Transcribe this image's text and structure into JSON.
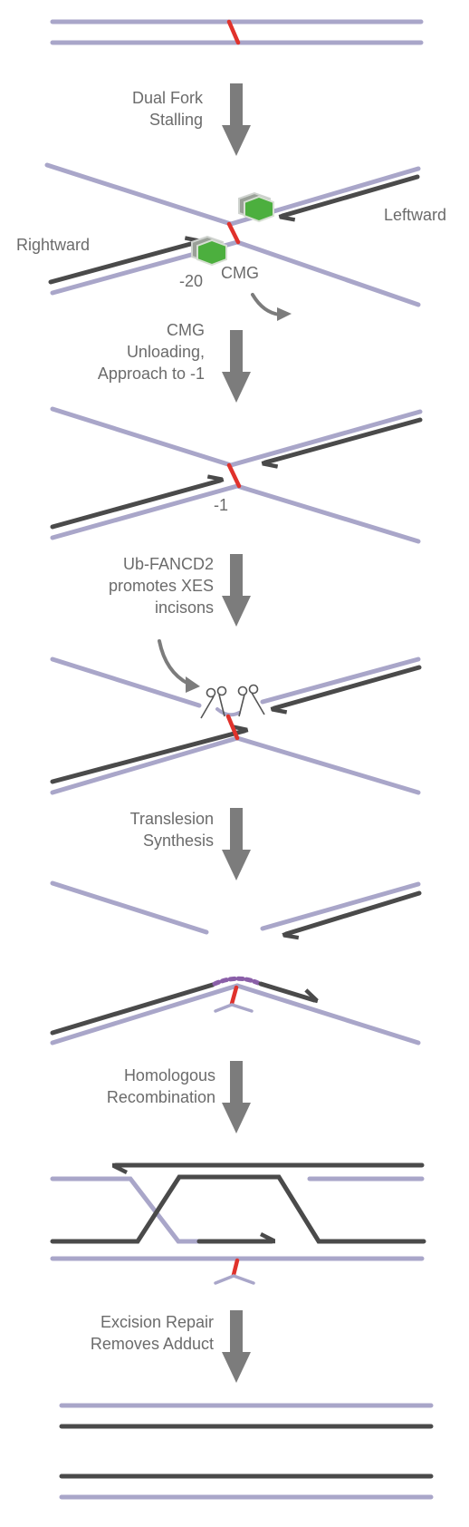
{
  "steps": [
    {
      "line1": "Dual Fork",
      "line2": "Stalling"
    },
    {
      "line1": "CMG",
      "line2": "Unloading,",
      "line3": "Approach to -1"
    },
    {
      "line1": "Ub-FANCD2",
      "line2": "promotes XES",
      "line3": "incisons"
    },
    {
      "line1": "Translesion",
      "line2": "Synthesis"
    },
    {
      "line1": "Homologous",
      "line2": "Recombination"
    },
    {
      "line1": "Excision Repair",
      "line2": "Removes Adduct"
    }
  ],
  "labels": {
    "rightward": "Rightward",
    "leftward": "Leftward",
    "minus20": "-20",
    "cmg": "CMG",
    "minus1": "-1"
  },
  "colors": {
    "parental_strand": "#a9a6c9",
    "nascent_strand": "#4a4a4a",
    "crosslink": "#e0322c",
    "cmg_helicase": "#4caf3e",
    "arrow": "#7c7c7c"
  }
}
